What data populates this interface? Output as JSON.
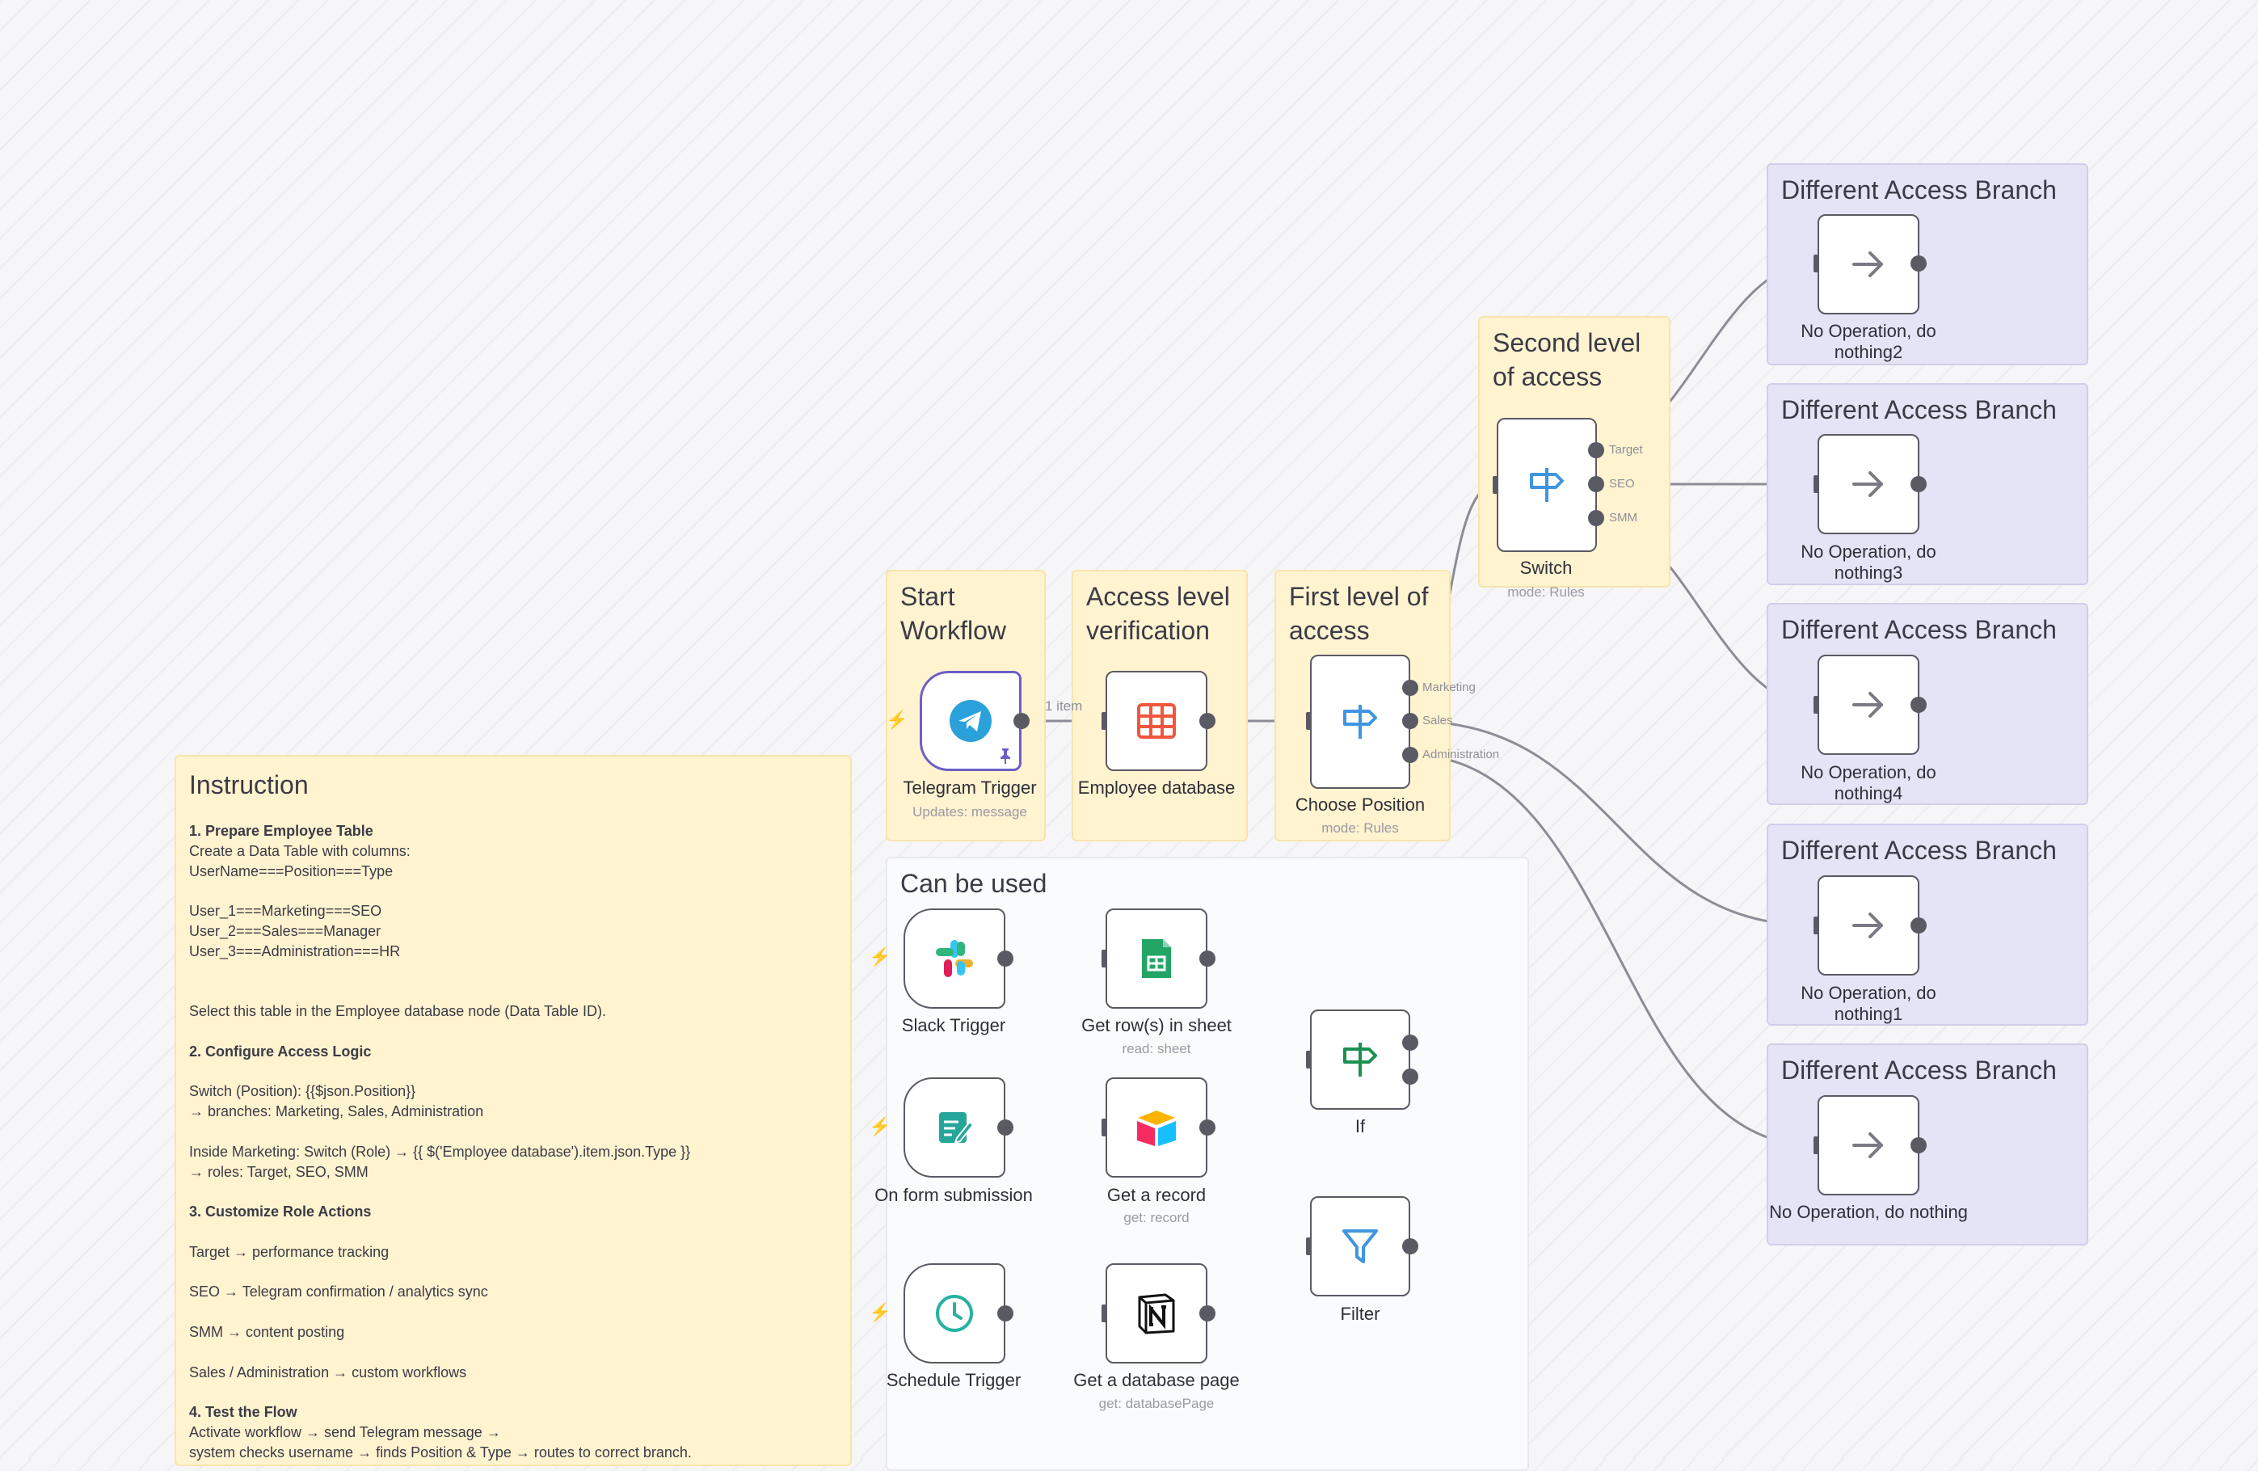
{
  "colors": {
    "sticky_yellow": "#fff3d0",
    "sticky_purple": "#e5e3f6",
    "node_border": "#5a5a64",
    "accent": "#6c5fc7",
    "trigger_bolt": "#f25b3a"
  },
  "stickies": {
    "start": "Start Workflow",
    "access": "Access level verification",
    "first": "First level of access",
    "second": "Second level of access",
    "canbeused": "Can be used",
    "branch": [
      "Different Access Branch",
      "Different Access Branch",
      "Different Access Branch",
      "Different Access Branch",
      "Different Access Branch"
    ]
  },
  "nodes": {
    "telegram": {
      "label": "Telegram Trigger",
      "sub": "Updates: message",
      "icon": "telegram-icon"
    },
    "employee_db": {
      "label": "Employee database",
      "icon": "table-icon"
    },
    "choose_position": {
      "label": "Choose Position",
      "sub": "mode: Rules",
      "icon": "signpost-icon",
      "outputs": [
        "Marketing",
        "Sales",
        "Administration"
      ]
    },
    "switch": {
      "label": "Switch",
      "sub": "mode: Rules",
      "icon": "signpost-icon",
      "outputs": [
        "Target",
        "SEO",
        "SMM"
      ]
    },
    "noop": [
      "No Operation, do nothing2",
      "No Operation, do nothing3",
      "No Operation, do nothing4",
      "No Operation, do nothing1",
      "No Operation, do nothing"
    ],
    "slack": {
      "label": "Slack Trigger",
      "icon": "slack-icon"
    },
    "form": {
      "label": "On form submission",
      "icon": "form-icon"
    },
    "schedule": {
      "label": "Schedule Trigger",
      "icon": "clock-icon"
    },
    "sheet": {
      "label": "Get row(s) in sheet",
      "sub": "read: sheet",
      "icon": "google-sheets-icon"
    },
    "airtable": {
      "label": "Get a record",
      "sub": "get: record",
      "icon": "airtable-icon"
    },
    "notion": {
      "label": "Get a database page",
      "sub": "get: databasePage",
      "icon": "notion-icon"
    },
    "if": {
      "label": "If",
      "icon": "signpost-icon"
    },
    "filter": {
      "label": "Filter",
      "icon": "filter-icon"
    }
  },
  "connection_label": "1 item",
  "instruction": {
    "title": "Instruction",
    "h1": "1. Prepare Employee Table",
    "p1": "Create a Data Table with columns:\nUserName===Position===Type\n\nUser_1===Marketing===SEO\nUser_2===Sales===Manager\nUser_3===Administration===HR\n\n\nSelect this table in the Employee database node (Data Table ID).\n",
    "h2": "2. Configure Access Logic",
    "p2": "\nSwitch (Position): {{$json.Position}}\n→ branches: Marketing, Sales, Administration\n\nInside Marketing: Switch (Role) → {{ $('Employee database').item.json.Type }}\n→ roles: Target, SEO, SMM\n",
    "h3": "3. Customize Role Actions",
    "p3": "\nTarget → performance tracking\n\nSEO → Telegram confirmation / analytics sync\n\nSMM → content posting\n\nSales / Administration → custom workflows\n",
    "h4": "4. Test the Flow",
    "p4": "Activate workflow → send Telegram message →\nsystem checks username → finds Position & Type → routes to correct branch."
  }
}
